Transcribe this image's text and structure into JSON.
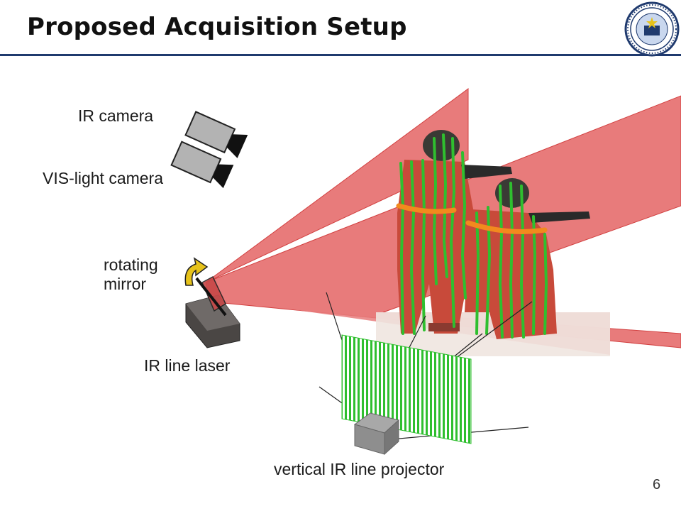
{
  "slide": {
    "title": "Proposed Acquisition Setup",
    "page_number": "6"
  },
  "labels": {
    "ir_camera": "IR camera",
    "vis_camera": "VIS-light camera",
    "rotating_mirror": "rotating mirror",
    "ir_line_laser": "IR line laser",
    "line_projector": "vertical IR line projector"
  },
  "colors": {
    "title_rule": "#1f3a6e",
    "laser_sheet": "#e87b7b",
    "stripe": "#2fbf2f",
    "body_band": "#f28a1e",
    "mirror_arrow": "#e6c21a",
    "seal": "#1f3a6e"
  },
  "icons": [
    "university-seal-icon",
    "rotation-arrow-icon"
  ]
}
